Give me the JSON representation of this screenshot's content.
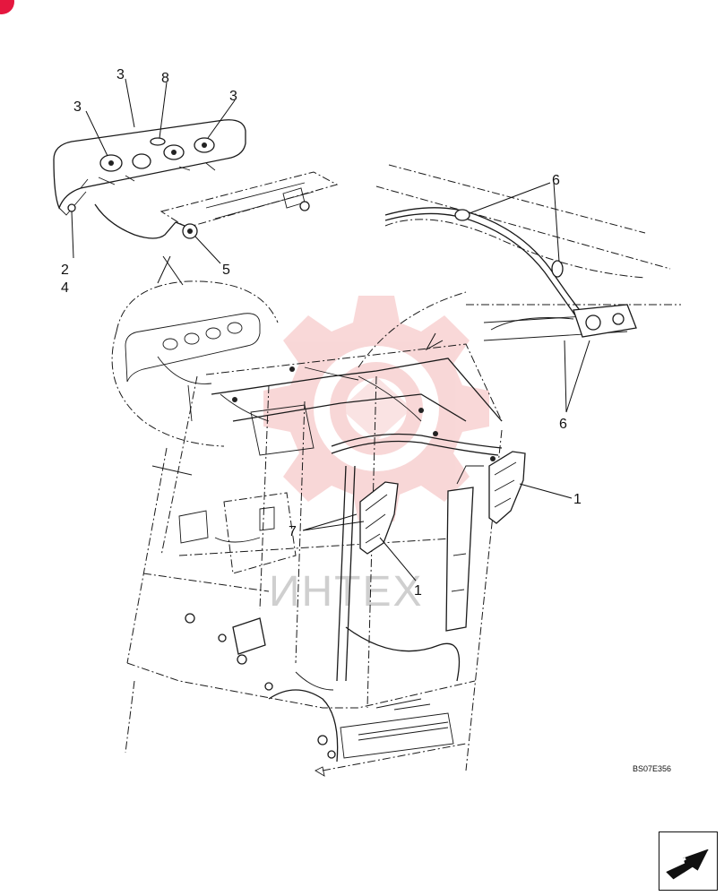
{
  "diagram": {
    "drawing_code": "BS07E356",
    "watermark_text": "ИНТЕХ",
    "callouts": [
      {
        "id": "c1a",
        "text": "1"
      },
      {
        "id": "c1b",
        "text": "1"
      },
      {
        "id": "c2",
        "text": "2"
      },
      {
        "id": "c3a",
        "text": "3"
      },
      {
        "id": "c3b",
        "text": "3"
      },
      {
        "id": "c3c",
        "text": "3"
      },
      {
        "id": "c4",
        "text": "4"
      },
      {
        "id": "c5",
        "text": "5"
      },
      {
        "id": "c6a",
        "text": "6"
      },
      {
        "id": "c6b",
        "text": "6"
      },
      {
        "id": "c7",
        "text": "7"
      },
      {
        "id": "c8",
        "text": "8"
      }
    ]
  },
  "colors": {
    "line": "#1a1a1a",
    "watermark": "#f4b8b8",
    "badge": "#e5173f"
  },
  "icons": {
    "nav": "next-page-arrow-icon"
  }
}
